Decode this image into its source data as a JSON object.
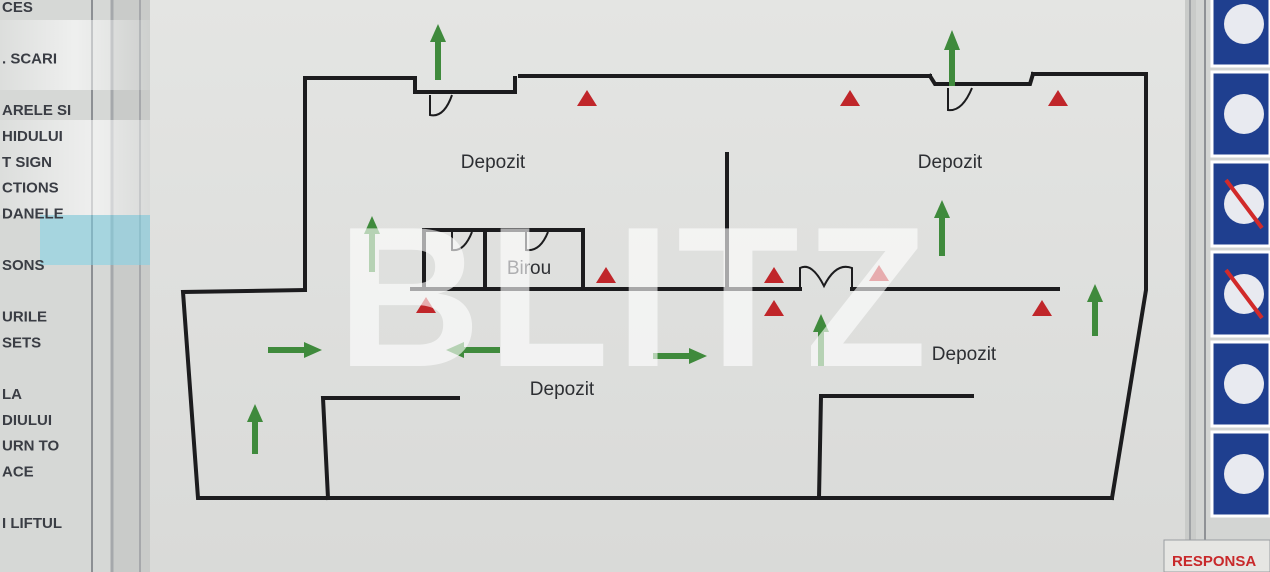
{
  "left_panel_lines": [
    "CES",
    "",
    ". SCARI",
    "",
    "ARELE SI",
    "HIDULUI",
    "T SIGN",
    "CTIONS",
    "DANELE",
    "",
    "SONS",
    "",
    "URILE",
    "SETS",
    "",
    "LA",
    "DIULUI",
    "URN TO",
    "ACE",
    "",
    "I LIFTUL"
  ],
  "rooms": {
    "depozit_top_left": "Depozit",
    "depozit_top_right": "Depozit",
    "birou": "Birou",
    "depozit_bottom": "Depozit",
    "depozit_bottom_right": "Depozit"
  },
  "watermark": "BLITZ",
  "right_panel_footer": "RESPONSA",
  "colors": {
    "wall": "#1c1c1e",
    "exit_arrow": "#3f8a3c",
    "fire_marker": "#c0262a",
    "pictogram_blue": "#1f3f8f",
    "footer_red": "#c8292b"
  },
  "pictograms": [
    "fire-extinguisher-pictogram-icon",
    "fire-hose-pictogram-icon",
    "no-elevator-pictogram-icon",
    "no-smoking-pictogram-icon",
    "fire-hydrant-pictogram-icon",
    "emergency-exit-stairs-pictogram-icon"
  ]
}
